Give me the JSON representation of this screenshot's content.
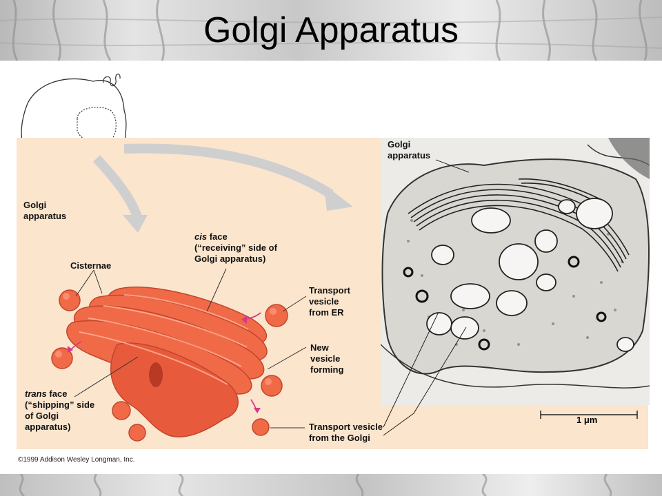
{
  "title": "Golgi Apparatus",
  "labels": {
    "golgi_cell": [
      "Golgi",
      "apparatus"
    ],
    "cisternae": "Cisternae",
    "cis_face_1_italic": "cis",
    "cis_face_1_rest": " face",
    "cis_face_2": "(“receiving” side of",
    "cis_face_3": "Golgi apparatus)",
    "transport_er": [
      "Transport",
      "vesicle",
      "from ER"
    ],
    "new_vesicle": [
      "New",
      "vesicle",
      "forming"
    ],
    "trans_face_1_italic": "trans",
    "trans_face_1_rest": " face",
    "trans_face_2": "(“shipping” side",
    "trans_face_3": "of Golgi",
    "trans_face_4": "apparatus)",
    "transport_golgi": [
      "Transport vesicle",
      "from the Golgi"
    ],
    "micrograph_golgi": [
      "Golgi",
      "apparatus"
    ]
  },
  "scale_bar": "1 μm",
  "copyright": "©1999 Addison Wesley Longman, Inc.",
  "colors": {
    "panel_bg": "#fbe5cd",
    "golgi_fill": "#f06a48",
    "golgi_dark": "#d9482c",
    "arrow_gray": "#c9c9c9",
    "magenta_arrow": "#d43a8a"
  }
}
